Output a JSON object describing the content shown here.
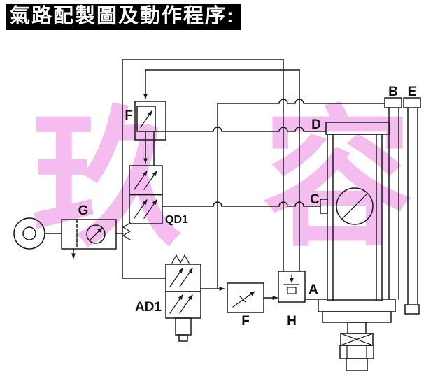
{
  "title": "氣路配製圖及動作程序:",
  "watermark": "玖容",
  "colors": {
    "line": "#1a1a1a",
    "watermark": "#f4bcef",
    "title_bg": "#000000",
    "title_fg": "#ffffff",
    "background": "#ffffff"
  },
  "labels": {
    "filter_top": "F",
    "regulator_g": "G",
    "valve_qd1": "QD1",
    "valve_ad1": "AD1",
    "flow_valve_f": "F",
    "component_h": "H",
    "port_a": "A",
    "port_b": "B",
    "port_c": "C",
    "port_d": "D",
    "port_e": "E"
  }
}
